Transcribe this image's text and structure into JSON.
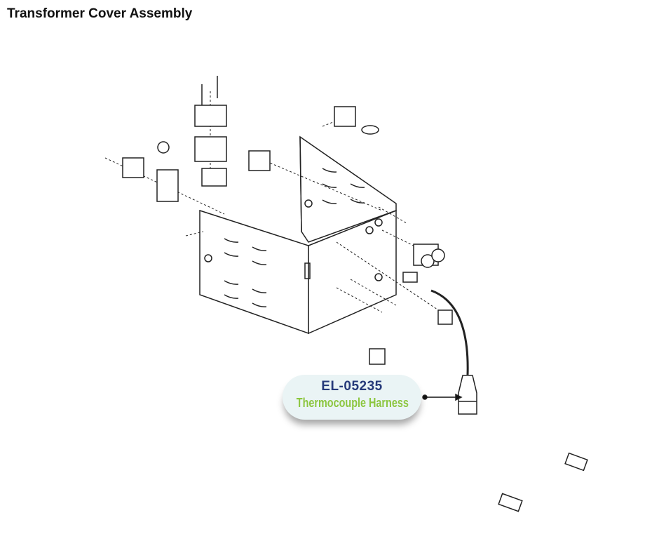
{
  "title": "Transformer Cover Assembly",
  "callout": {
    "part_number": "EL-05235",
    "part_name": "Thermocouple Harness",
    "code_color": "#263a7a",
    "name_color": "#8cc63f"
  }
}
